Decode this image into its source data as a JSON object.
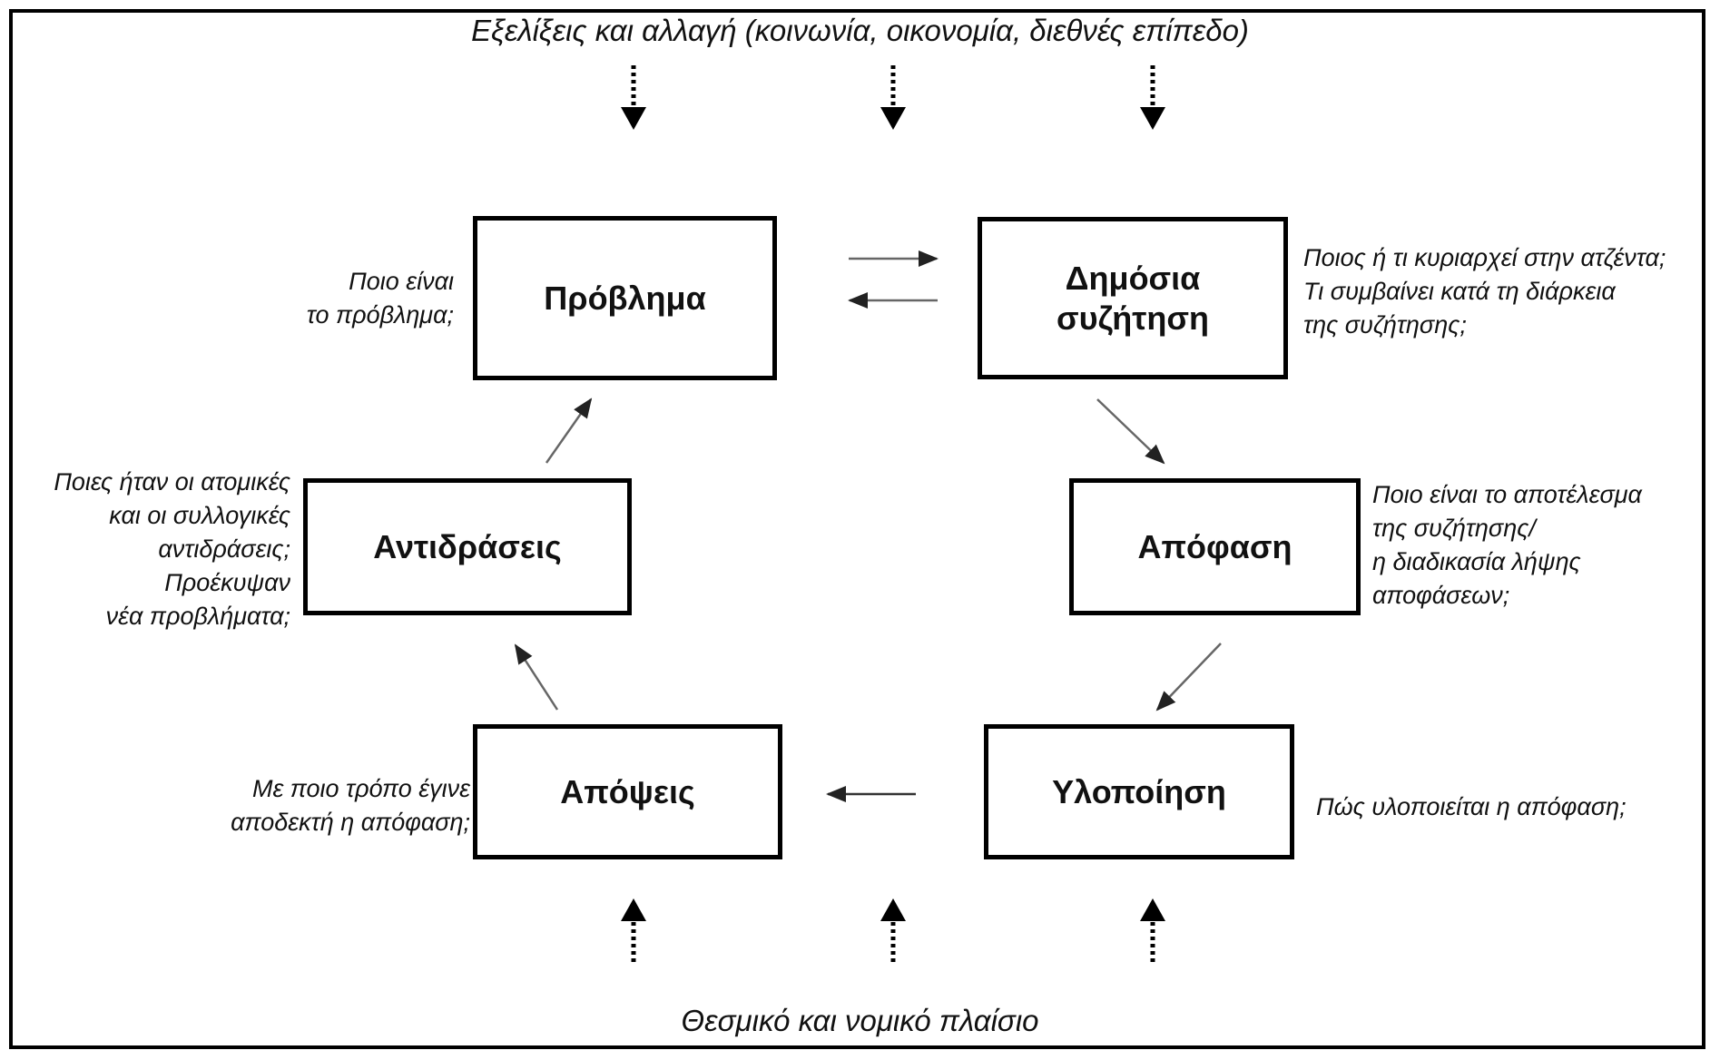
{
  "context": {
    "top": "Εξελίξεις και αλλαγή (κοινωνία, οικονομία, διεθνές επίπεδο)",
    "bottom": "Θεσμικό και νομικό πλαίσιο"
  },
  "boxes": {
    "problem": "Πρόβλημα",
    "debate": "Δημόσια\nσυζήτηση",
    "decision": "Απόφαση",
    "implementation": "Υλοποίηση",
    "views": "Απόψεις",
    "reactions": "Αντιδράσεις"
  },
  "questions": {
    "problem": "Ποιο είναι\nτο πρόβλημα;",
    "debate": "Ποιος ή τι κυριαρχεί στην ατζέντα;\nΤι συμβαίνει κατά τη διάρκεια\nτης συζήτησης;",
    "decision": "Ποιο είναι το αποτέλεσμα\nτης συζήτησης/\nη διαδικασία λήψης\nαποφάσεων;",
    "implementation": "Πώς υλοποιείται η απόφαση;",
    "views": "Με ποιο τρόπο έγινε\nαποδεκτή η απόφαση;",
    "reactions": "Ποιες ήταν οι ατομικές\nκαι οι συλλογικές\nαντιδράσεις;\nΠροέκυψαν\nνέα προβλήματα;"
  }
}
